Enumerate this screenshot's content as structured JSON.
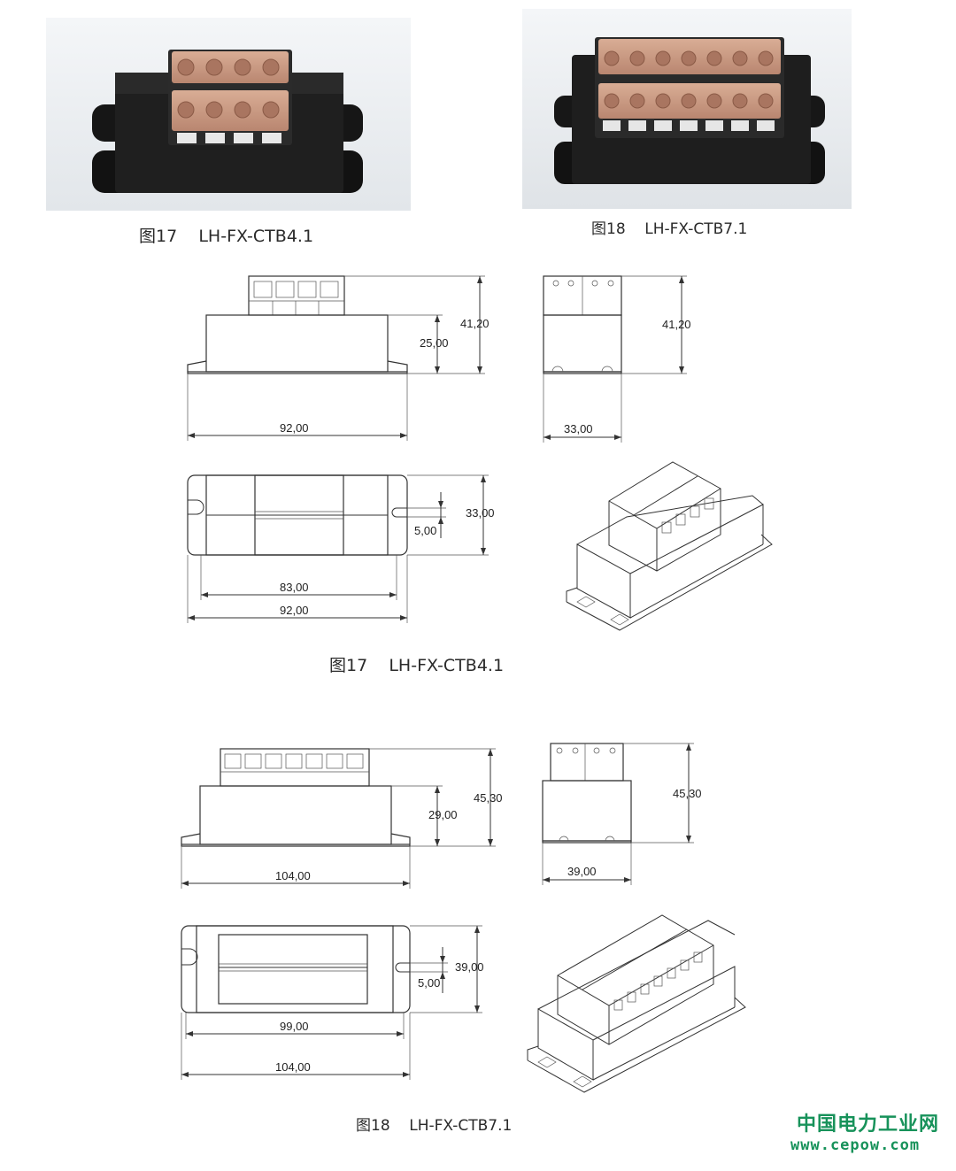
{
  "captions": {
    "photo_ctb4": "图17    LH-FX-CTB4.1",
    "photo_ctb7": "图18    LH-FX-CTB7.1",
    "drawing_ctb4": "图17    LH-FX-CTB4.1",
    "drawing_ctb7": "图18    LH-FX-CTB7.1"
  },
  "ctb4_dims": {
    "front_height_total": "41,20",
    "front_height_body": "25,00",
    "front_width": "92,00",
    "side_height_total": "41,20",
    "side_width": "33,00",
    "top_depth": "33,00",
    "top_slot": "5,00",
    "top_inner_width": "83,00",
    "top_width": "92,00"
  },
  "ctb7_dims": {
    "front_height_total": "45,30",
    "front_height_body": "29,00",
    "front_width": "104,00",
    "side_height_total": "45,30",
    "side_width": "39,00",
    "top_depth": "39,00",
    "top_slot": "5,00",
    "top_inner_width": "99,00",
    "top_width": "104,00"
  },
  "watermark": {
    "name_cn": "中国电力工业网",
    "url": "www.cepow.com"
  },
  "colors": {
    "terminal_cover": "#c99a82",
    "housing": "#1c1c1c",
    "watermark": "#17925a"
  }
}
